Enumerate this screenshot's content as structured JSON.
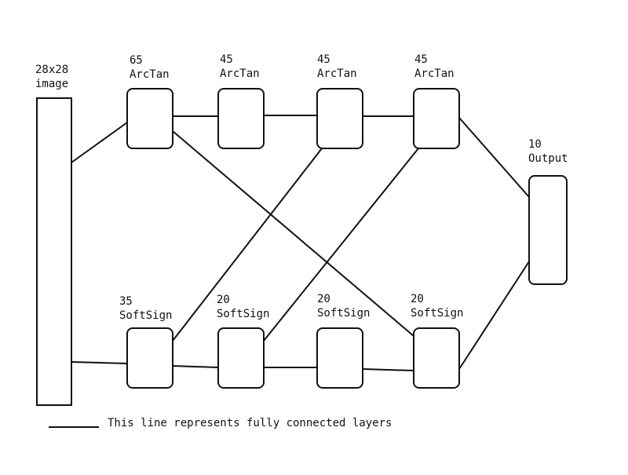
{
  "input": {
    "size": "28x28",
    "label": "image"
  },
  "top_layers": [
    {
      "units": "65",
      "activation": "ArcTan"
    },
    {
      "units": "45",
      "activation": "ArcTan"
    },
    {
      "units": "45",
      "activation": "ArcTan"
    },
    {
      "units": "45",
      "activation": "ArcTan"
    }
  ],
  "bottom_layers": [
    {
      "units": "35",
      "activation": "SoftSign"
    },
    {
      "units": "20",
      "activation": "SoftSign"
    },
    {
      "units": "20",
      "activation": "SoftSign"
    },
    {
      "units": "20",
      "activation": "SoftSign"
    }
  ],
  "output": {
    "units": "10",
    "label": "Output"
  },
  "legend": {
    "text": "This line represents fully connected layers"
  },
  "colors": {
    "stroke": "#111111",
    "background": "#ffffff"
  }
}
